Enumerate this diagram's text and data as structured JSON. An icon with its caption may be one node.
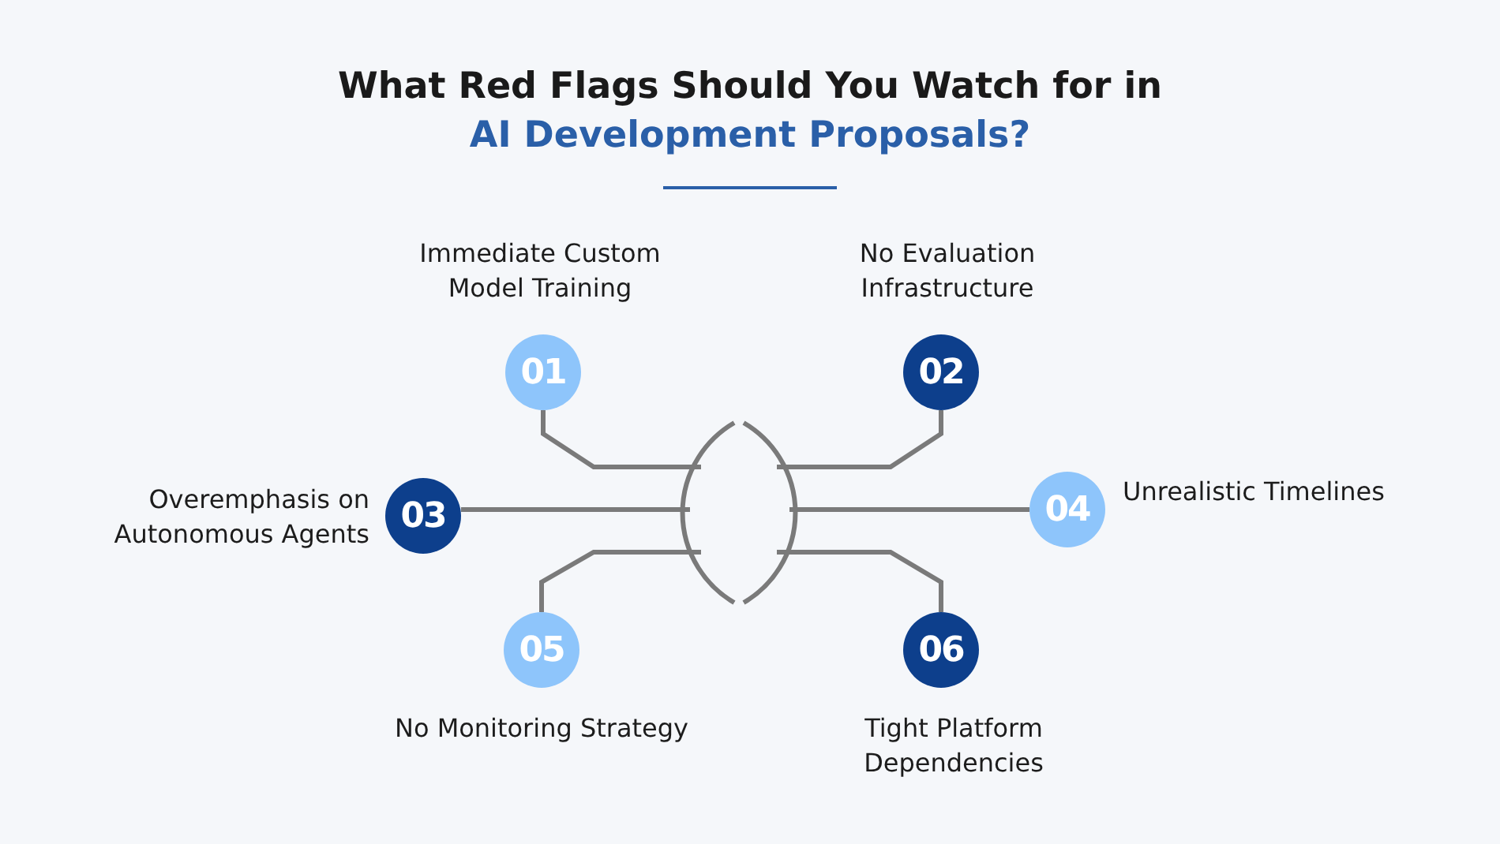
{
  "diagram": {
    "title": "What Red Flags Should You Watch for in",
    "nodes": [
      {
        "text": [
          "01"
        ],
        "beside": [
          "Immediate Custom Model Training"
        ]
      },
      {
        "text": [
          "02"
        ],
        "beside": [
          "No Evaluation Infrastructure"
        ]
      },
      {
        "text": [
          "03"
        ],
        "beside": [
          "Overemphasis on Autonomous Agents"
        ]
      },
      {
        "text": [
          "04"
        ],
        "beside": [
          "Unrealistic Timelines"
        ]
      },
      {
        "text": [
          "05"
        ],
        "beside": [
          "No Monitoring Strategy"
        ]
      },
      {
        "text": [
          "06"
        ],
        "beside": [
          "Tight Platform Dependencies"
        ]
      },
      {
        "text": [],
        "shape": "lens"
      }
    ],
    "edges": [
      {
        "from": 0,
        "to": 6,
        "arrow": "none"
      },
      {
        "from": 1,
        "to": 6,
        "arrow": "none"
      },
      {
        "from": 2,
        "to": 6,
        "arrow": "none"
      },
      {
        "from": 3,
        "to": 6,
        "arrow": "none"
      },
      {
        "from": 4,
        "to": 6,
        "arrow": "none"
      },
      {
        "from": 5,
        "to": 6,
        "arrow": "none"
      }
    ],
    "labels": [
      "AI Development Proposals?"
    ]
  }
}
